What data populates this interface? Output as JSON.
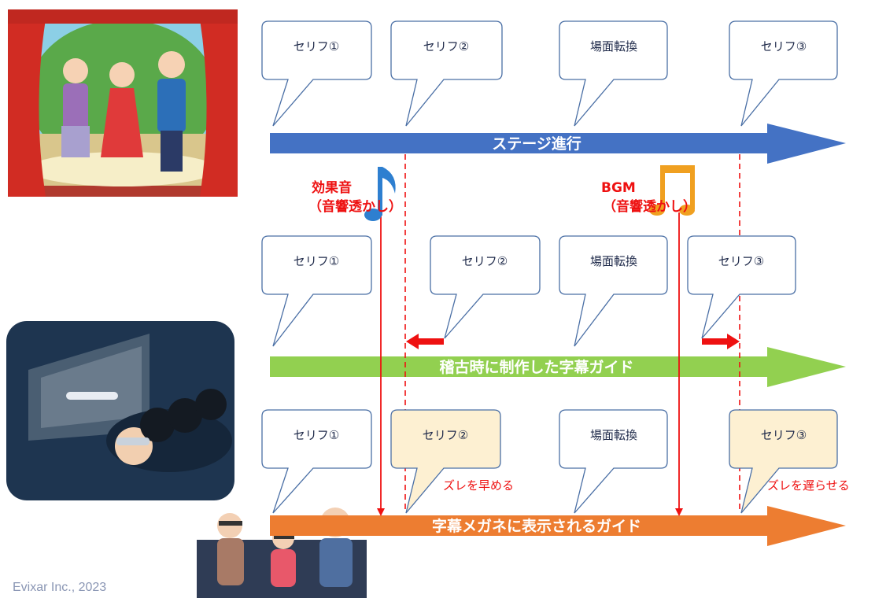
{
  "rows": {
    "stage": {
      "arrow_label": "ステージ進行",
      "arrow_color": "#4472c4",
      "bubbles": [
        "セリフ①",
        "セリフ②",
        "場面転換",
        "セリフ③"
      ]
    },
    "rehearsal": {
      "arrow_label": "稽古時に制作した字幕ガイド",
      "arrow_color": "#92d050",
      "bubbles": [
        "セリフ①",
        "セリフ②",
        "場面転換",
        "セリフ③"
      ]
    },
    "glasses": {
      "arrow_label": "字幕メガネに表示されるガイド",
      "arrow_color": "#ed7d31",
      "bubbles": [
        "セリフ①",
        "セリフ②",
        "場面転換",
        "セリフ③"
      ]
    }
  },
  "markers": {
    "sound_effect": {
      "line1": "効果音",
      "line2": "（音響透かし）",
      "note_color": "#2e7fd0"
    },
    "bgm": {
      "line1": "BGM",
      "line2": "（音響透かし）",
      "note_color": "#f0a020"
    }
  },
  "notes": {
    "advance": "ズレを早める",
    "delay": "ズレを遅らせる"
  },
  "colors": {
    "bubble_fill": "#ffffff",
    "bubble_highlight_fill": "#fdf0d2",
    "bubble_stroke": "#4a6fa5",
    "red": "#ee1111"
  },
  "credit": "Evixar Inc., 2023"
}
